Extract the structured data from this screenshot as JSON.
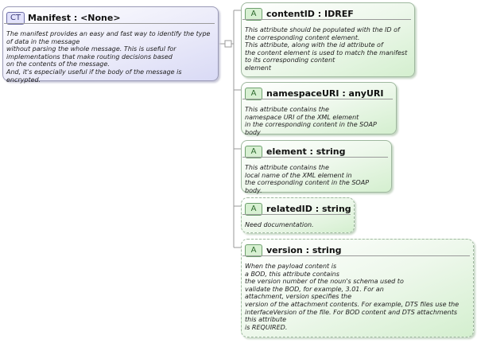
{
  "complex_type": {
    "badge": "CT",
    "title": "Manifest : <None>",
    "doc": "The manifest provides an easy and fast way to identify the type of data in the message\nwithout parsing the whole message. This is useful for implementations that make routing decisions based\non the contents of the message.\nAnd, it's especially useful if the body of the message is encrypted."
  },
  "attributes": [
    {
      "badge": "A",
      "title": "contentID : IDREF",
      "doc": "This attribute should be populated with the ID of the corresponding content element.\nThis attribute, along with the id attribute of\nthe content element is used to match the manifest to its corresponding content\nelement"
    },
    {
      "badge": "A",
      "title": "namespaceURI : anyURI",
      "doc": "This attribute contains the\nnamespace URI of the XML element\nin the corresponding content in the SOAP body"
    },
    {
      "badge": "A",
      "title": "element  : string",
      "doc": "This attribute contains the\nlocal name of the XML element in\nthe corresponding content in the SOAP body."
    },
    {
      "badge": "A",
      "title": "relatedID : string",
      "doc": "Need documentation."
    },
    {
      "badge": "A",
      "title": "version   : string",
      "doc": "When the payload content is\na BOD, this attribute contains\nthe version number of the noun's schema used to\nvalidate the BOD, for example, 3.01. For an\nattachment, version specifies the\nversion of the attachment contents. For example, DTS files use the interfaceVersion of the file. For BOD content and DTS attachments this attribute\nis REQUIRED."
    }
  ]
}
